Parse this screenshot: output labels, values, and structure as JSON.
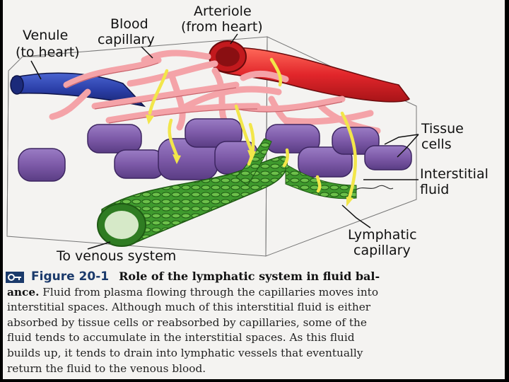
{
  "labels": {
    "venule": [
      "Venule",
      "(to heart)"
    ],
    "capillary": [
      "Blood",
      "capillary"
    ],
    "arteriole": [
      "Arteriole",
      "(from heart)"
    ],
    "tissue_cells": [
      "Tissue",
      "cells"
    ],
    "interstitial_fluid": [
      "Interstitial",
      "fluid"
    ],
    "lymphatic_capillary": [
      "Lymphatic",
      "capillary"
    ],
    "venous_system": "To venous system"
  },
  "caption": {
    "figure_number": "Figure 20-1",
    "title_part1": "Role of the lymphatic system in fluid bal-",
    "title_part2": "ance.",
    "line2_rest": " Fluid from plasma flowing through the capillaries moves into",
    "lines": [
      "interstitial spaces. Although much of this interstitial fluid is either",
      "absorbed by tissue cells or reabsorbed by capillaries, some of the",
      "fluid tends to accumulate in the interstitial spaces. As this fluid",
      "builds up, it tends to drain into lymphatic vessels that eventually",
      "return the fluid to the venous blood."
    ]
  },
  "colors": {
    "venule": "#2b3fa8",
    "arteriole": "#e2262b",
    "capillary": "#f4a3a8",
    "tissue_cell": "#7d5aa8",
    "lymphatic": "#3f9a2e",
    "fluid_arrow": "#f2e64a",
    "figure_number": "#1b3a6b"
  },
  "icons": [
    "key-icon"
  ]
}
